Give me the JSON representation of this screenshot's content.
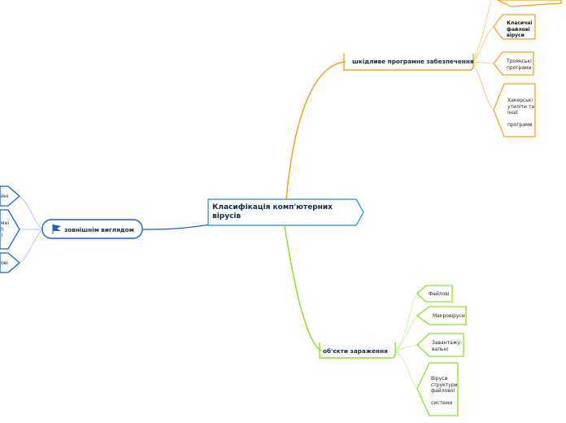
{
  "central": {
    "label": "Класифікація комп'ютерних вірусів"
  },
  "branches": {
    "malware": {
      "label": "шкідливе програмне забезпечення",
      "color": "#f4a21c"
    },
    "objects": {
      "label": "об'єкти зараження",
      "color": "#8ee02a"
    },
    "appearance": {
      "label": "зовнішнім виглядом",
      "color": "#1b5fcf"
    }
  },
  "malware_children": [
    {
      "label": "Класичні\nфайлові\nвіруси",
      "bold": true
    },
    {
      "label": "Троянські\nпрограми",
      "bold": false
    },
    {
      "label": "Хакерські\nутиліти та\nінші\n\nпрограми",
      "bold": false
    }
  ],
  "object_children": [
    {
      "label": "Файлові"
    },
    {
      "label": "Макровіруси"
    },
    {
      "label": "Завантажу-\nвальні"
    },
    {
      "label": "Віруси\nструктури\nфайлової\n\nсистеми"
    }
  ],
  "appearance_children": [
    {
      "label": "йні"
    },
    {
      "label": "мні\nh\n)"
    },
    {
      "label": "ові"
    }
  ],
  "icons": {
    "flag": "flag-icon"
  }
}
